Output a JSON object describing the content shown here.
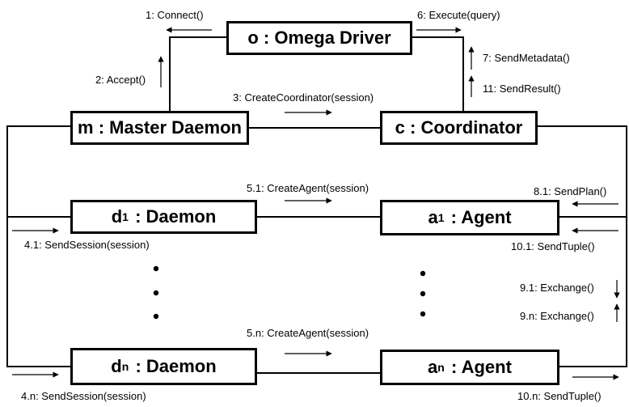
{
  "boxes": {
    "omega": "o : Omega Driver",
    "master": "m : Master Daemon",
    "coordinator": "c : Coordinator",
    "daemon1": {
      "name": "d",
      "sub": "1",
      "rest": ": Daemon"
    },
    "agent1": {
      "name": "a",
      "sub": "1",
      "rest": ": Agent"
    },
    "daemonN": {
      "name": "d",
      "sub": "n",
      "rest": ": Daemon"
    },
    "agentN": {
      "name": "a",
      "sub": "n",
      "rest": ": Agent"
    }
  },
  "messages": {
    "connect": "1: Connect()",
    "accept": "2: Accept()",
    "create_coordinator": "3: CreateCoordinator(session)",
    "execute": "6: Execute(query)",
    "send_metadata": "7: SendMetadata()",
    "send_result": "11: SendResult()",
    "create_agent_1": "5.1: CreateAgent(session)",
    "send_plan": "8.1: SendPlan()",
    "send_session_1": "4.1: SendSession(session)",
    "send_tuple_1": "10.1: SendTuple()",
    "exchange_1": "9.1: Exchange()",
    "exchange_n": "9.n: Exchange()",
    "create_agent_n": "5.n: CreateAgent(session)",
    "send_session_n": "4.n: SendSession(session)",
    "send_tuple_n": "10.n: SendTuple()"
  }
}
